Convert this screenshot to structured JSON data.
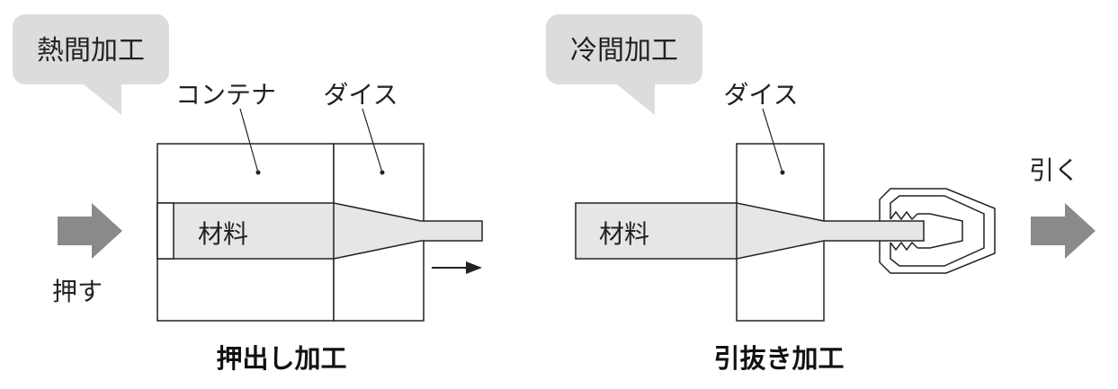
{
  "hot": {
    "bubble_label": "熱間加工",
    "container_label": "コンテナ",
    "die_label": "ダイス",
    "material_label": "材料",
    "push_label": "押す",
    "title": "押出し加工"
  },
  "cold": {
    "bubble_label": "冷間加工",
    "die_label": "ダイス",
    "material_label": "材料",
    "pull_label": "引く",
    "title": "引抜き加工"
  },
  "colors": {
    "bubble": "#dcdcdc",
    "material": "#e6e6e6",
    "arrow": "#8a8a8a",
    "stroke": "#222222"
  },
  "icons": {
    "push": "arrow-right-icon",
    "pull": "arrow-right-icon",
    "flow": "small-arrow-right-icon"
  }
}
